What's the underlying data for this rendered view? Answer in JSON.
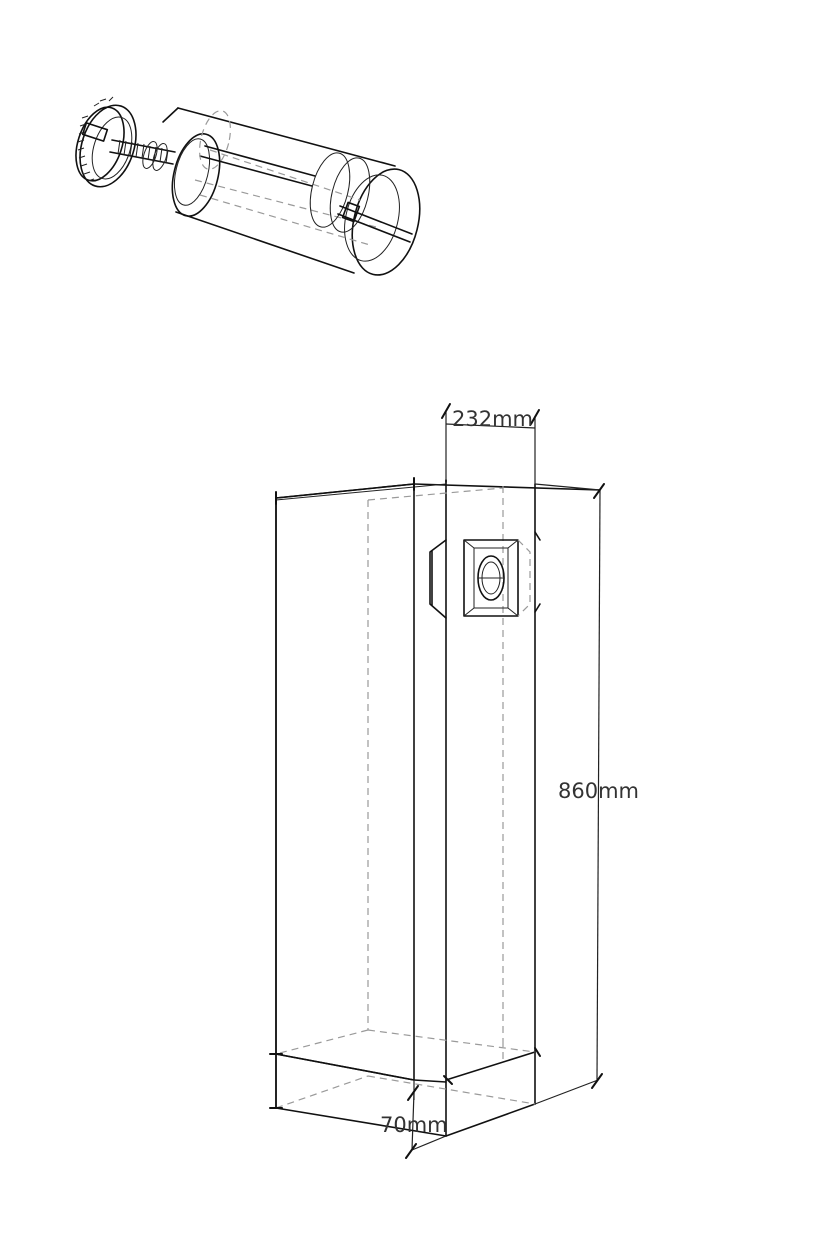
{
  "diagram": {
    "exploded_view": {
      "description_icon": "exploded-cylinder-assembly"
    },
    "dimensions": {
      "depth": "232mm",
      "height": "860mm",
      "width": "70mm"
    },
    "colors": {
      "line": "#111111",
      "hidden_line": "#9a9a9a",
      "label": "#333333",
      "background": "#ffffff"
    }
  }
}
